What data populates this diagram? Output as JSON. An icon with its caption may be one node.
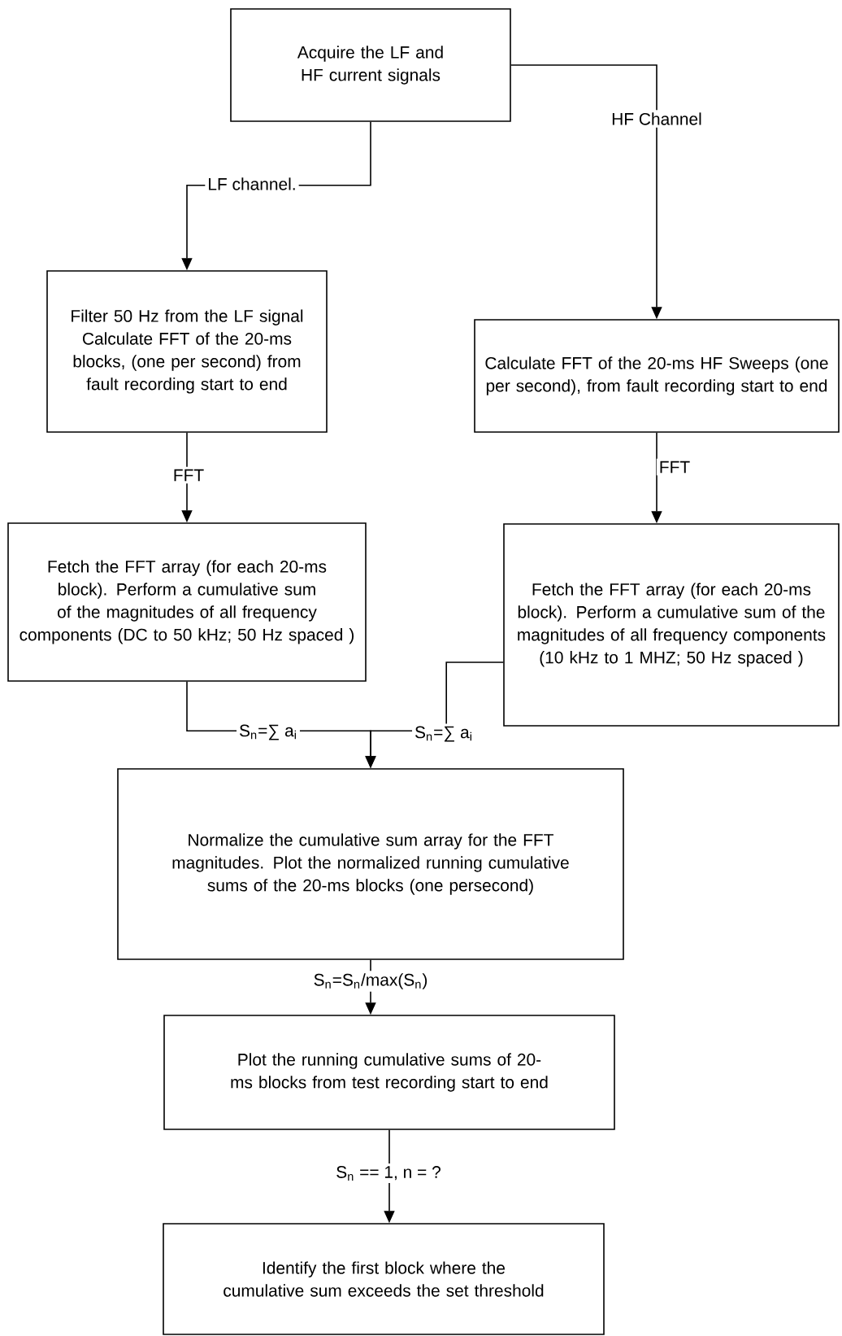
{
  "diagram": {
    "nodes": [
      {
        "text": [
          "Acquire the LF and HF current signals"
        ]
      },
      {
        "text": [
          "Filter 50 Hz from the LF signal Calculate FFT of the 20-ms blocks, (one per second) from fault recording start to end"
        ]
      },
      {
        "text": [
          "Calculate FFT of the 20-ms HF Sweeps (one per second), from fault recording start to end"
        ]
      },
      {
        "text": [
          "Fetch the FFT array (for each 20-ms block). Perform a cumulative sum of the magnitudes of all frequency components (DC to 50 kHz; 50 Hz spaced )"
        ]
      },
      {
        "text": [
          "Fetch the FFT array (for each 20-ms block). Perform a cumulative sum of the magnitudes of all frequency components (10 kHz to 1 MHZ; 50 Hz spaced )"
        ]
      },
      {
        "text": [
          "Normalize the cumulative sum array for the FFT magnitudes. Plot the normalized running cumulative sums of the 20-ms blocks (one persecond)"
        ]
      },
      {
        "text": [
          "Plot the running cumulative sums of 20-ms blocks from test recording start to end"
        ]
      },
      {
        "text": [
          "Identify the first block where the cumulative sum exceeds the set threshold"
        ]
      }
    ],
    "edges": [
      {
        "from": 0,
        "to": 1,
        "arrow": "to",
        "label": "LF channel."
      },
      {
        "from": 0,
        "to": 2,
        "arrow": "to",
        "label": "HF Channel"
      },
      {
        "from": 1,
        "to": 3,
        "arrow": "to",
        "label": "FFT"
      },
      {
        "from": 2,
        "to": 4,
        "arrow": "to",
        "label": "FFT"
      },
      {
        "from": 3,
        "to": 5,
        "arrow": "to",
        "label": "S$_{n}$=∑ a$_{i}$"
      },
      {
        "from": 4,
        "to": 5,
        "arrow": "to",
        "label": "S$_{n}$=∑ a$_{i}$"
      },
      {
        "from": 5,
        "to": 6,
        "arrow": "to",
        "label": "S$_{n}$=S$_{n}$/max(S$_{n}$)"
      },
      {
        "from": 6,
        "to": 7,
        "arrow": "to",
        "label": "S$_{n}$ == 1, n = ?"
      }
    ]
  }
}
